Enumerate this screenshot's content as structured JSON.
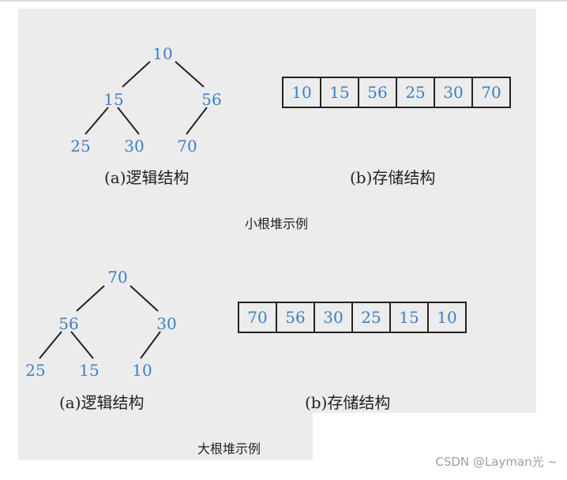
{
  "small_heap": {
    "tree": {
      "root": "10",
      "left": "15",
      "right": "56",
      "left_left": "25",
      "left_right": "30",
      "right_left": "70"
    },
    "array": [
      "10",
      "15",
      "56",
      "25",
      "30",
      "70"
    ],
    "caption_a": "(a)逻辑结构",
    "caption_b": "(b)存储结构",
    "title": "小根堆示例"
  },
  "large_heap": {
    "tree": {
      "root": "70",
      "left": "56",
      "right": "30",
      "left_left": "25",
      "left_right": "15",
      "right_left": "10"
    },
    "array": [
      "70",
      "56",
      "30",
      "25",
      "15",
      "10"
    ],
    "caption_a": "(a)逻辑结构",
    "caption_b": "(b)存储结构",
    "title": "大根堆示例"
  },
  "watermark": "CSDN @Layman光 ~",
  "colors": {
    "node_text": "#3d7fc4",
    "background": "#ececec",
    "line": "#222222"
  }
}
